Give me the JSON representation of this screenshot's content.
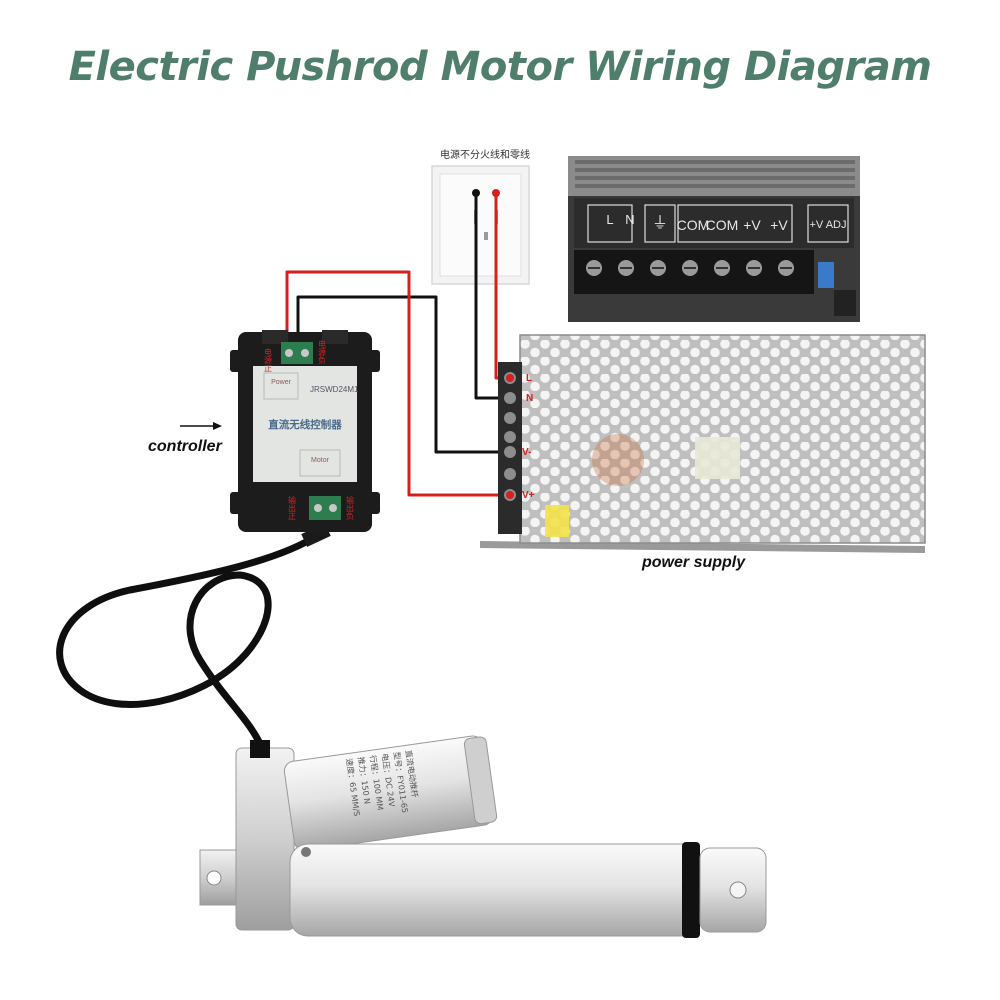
{
  "title": "Electric Pushrod Motor Wiring Diagram",
  "labels": {
    "controller": "controller",
    "power_supply": "power supply"
  },
  "outlet": {
    "caption": "电源不分火线和零线"
  },
  "controller": {
    "model": "JRSWD24M1",
    "name": "直流无线控制器",
    "power_tag": "Power",
    "motor_tag": "Motor",
    "input_label_left": "电源正",
    "input_label_right": "电源负",
    "output_label_left": "输出正",
    "output_label_right": "输出负"
  },
  "power_supply": {
    "terminals": [
      "L",
      "N",
      "V-",
      "V+"
    ],
    "terminal_labels_zoom": [
      "L",
      "N",
      "COM",
      "COM",
      "+V",
      "+V",
      "+V ADJ"
    ]
  },
  "actuator": {
    "spec_lines": [
      "直流电动推杆",
      "型号：FY011-65",
      "电压：DC 24V",
      "行程：100 MM",
      "推力：150 N",
      "速度：65 MM/S"
    ]
  },
  "colors": {
    "title": "#4f7f6c",
    "wire_red": "#d62020",
    "wire_black": "#111111"
  }
}
